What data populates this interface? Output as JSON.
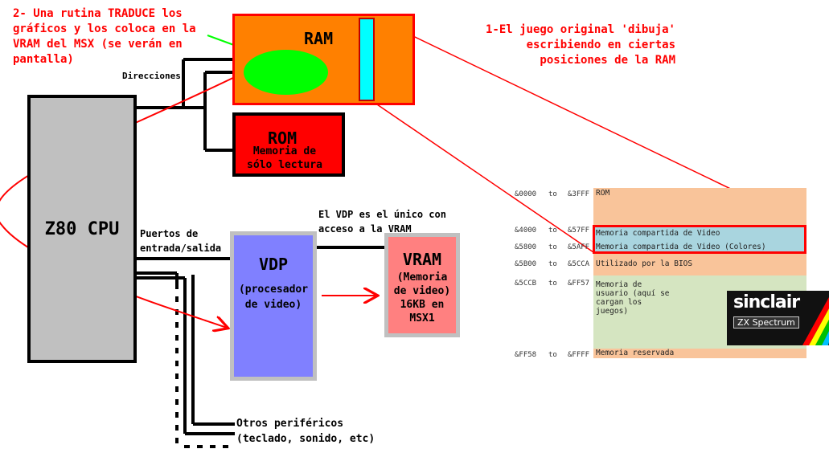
{
  "notes": {
    "routine": [
      "2- Una rutina TRADUCE los",
      "gráficos y los coloca en la",
      "VRAM del MSX (se verán en",
      "pantalla)"
    ],
    "original": [
      "1-El juego original 'dibuja'",
      "escribiendo en ciertas",
      "posiciones de la RAM"
    ],
    "direcciones": "Direcciones",
    "puertos": [
      "Puertos de",
      "entrada/salida"
    ],
    "vdp_access": [
      "El VDP es el único con",
      "acceso a la VRAM"
    ],
    "otros": [
      "Otros periféricos",
      "(teclado, sonido, etc)"
    ]
  },
  "blocks": {
    "ram": "RAM",
    "rom_title": "ROM",
    "rom_sub": [
      "Memoria de",
      "sólo lectura"
    ],
    "cpu": "Z80 CPU",
    "vdp_title": "VDP",
    "vdp_sub": [
      "(procesador",
      "de video)"
    ],
    "vram_title": "VRAM",
    "vram_sub": [
      "(Memoria",
      "de video)",
      "16KB en",
      "MSX1"
    ]
  },
  "memory_map": {
    "rows": [
      {
        "start": "&0000",
        "to": "to",
        "end": "&3FFF",
        "label": "ROM",
        "color": "#f9c49a"
      },
      {
        "start": "&4000",
        "to": "to",
        "end": "&57FF",
        "label": "Memoria compartida de Video",
        "color": "#a9d5df"
      },
      {
        "start": "&5800",
        "to": "to",
        "end": "&5AFF",
        "label": "Memoria compartida de Video (Colores)",
        "color": "#a9d5df"
      },
      {
        "start": "&5B00",
        "to": "to",
        "end": "&5CCA",
        "label": "Utilizado por la BIOS",
        "color": "#f9c49a"
      },
      {
        "start": "&5CCB",
        "to": "to",
        "end": "&FF57",
        "label": "Memoria de usuario (aquí se cargan los juegos)",
        "color": "#d5e5c1"
      },
      {
        "start": "&FF58",
        "to": "to",
        "end": "&FFFF",
        "label": "Memoria reservada",
        "color": "#f9c49a"
      }
    ]
  },
  "logo": {
    "brand": "sinclair",
    "model": "ZX Spectrum"
  },
  "colors": {
    "ram": "#ff8000",
    "rom": "#ff0000",
    "cpu": "#c0c0c0",
    "vdp": "#8080ff",
    "vram": "#ff8080",
    "highlight": "#00ffff",
    "blob": "#00ff00",
    "arrow": "#ff0000"
  }
}
